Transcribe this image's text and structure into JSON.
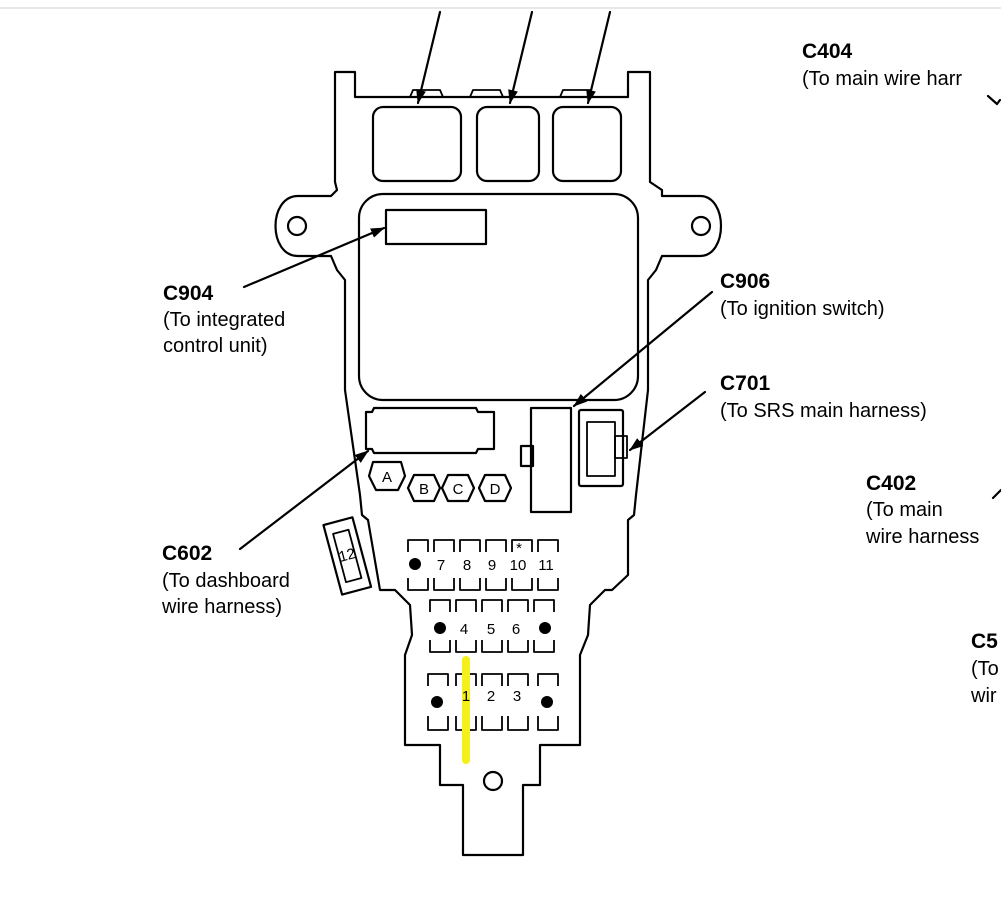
{
  "connectors": [
    {
      "code": "C404",
      "desc": [
        "(To main wire harr"
      ]
    },
    {
      "code": "C904",
      "desc": [
        "(To integrated",
        "control unit)"
      ]
    },
    {
      "code": "C906",
      "desc": [
        "(To ignition switch)"
      ]
    },
    {
      "code": "C701",
      "desc": [
        "(To SRS main harness)"
      ]
    },
    {
      "code": "C402",
      "desc": [
        "(To main",
        "wire harness"
      ]
    },
    {
      "code": "C602",
      "desc": [
        "(To dashboard",
        "wire harness)"
      ]
    },
    {
      "code": "C5",
      "desc": [
        "(To",
        "wir"
      ]
    }
  ],
  "fuse_labels": [
    "A",
    "B",
    "C",
    "D"
  ],
  "pins": {
    "row_top": [
      "7",
      "8",
      "9",
      "10",
      "11"
    ],
    "row_mid": [
      "4",
      "5",
      "6"
    ],
    "row_bottom": [
      "1",
      "2",
      "3"
    ],
    "side": "12",
    "star": "*"
  },
  "colors": {
    "highlight": "#f5ef1a",
    "ink": "#000000"
  }
}
